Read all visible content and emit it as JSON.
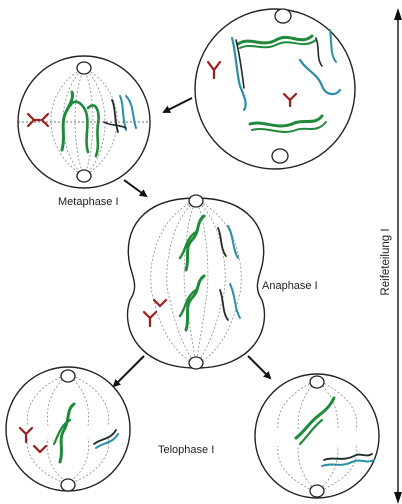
{
  "labels": {
    "metaphase": "Metaphase I",
    "anaphase": "Anaphase I",
    "telophase": "Telophase I",
    "process": "Reifeteilung I"
  },
  "colors": {
    "chromosome_green": "#1e8a3a",
    "chromosome_teal": "#2a8fa6",
    "chromosome_dark": "#1f2a2a",
    "centriole_red": "#9b1c1c",
    "spindle_gray": "#8a8a8a",
    "outline": "#222222"
  },
  "icons": [
    "arrow-icon",
    "double-arrow-icon",
    "centrosome-icon"
  ]
}
